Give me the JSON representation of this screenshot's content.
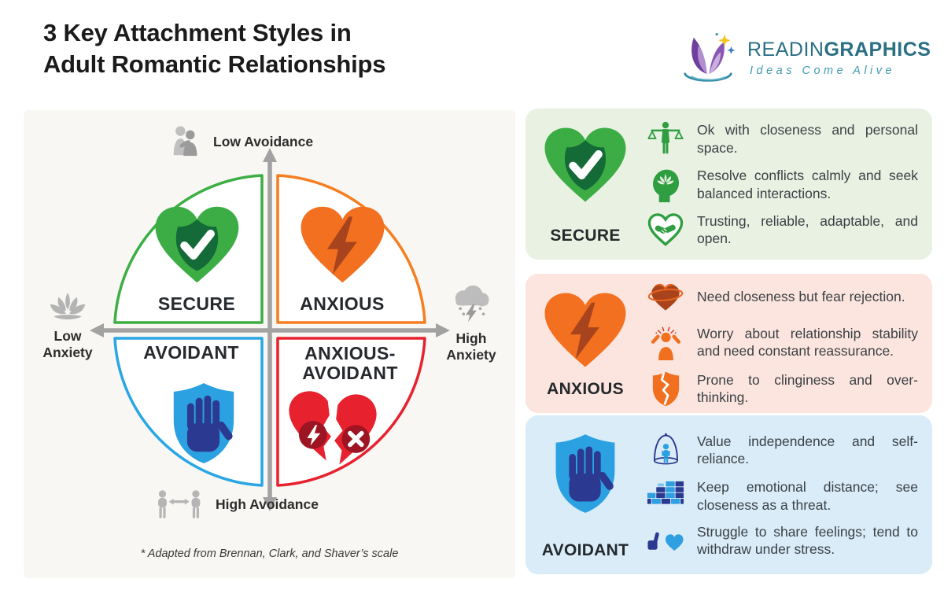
{
  "header": {
    "title_line1": "3 Key Attachment Styles in",
    "title_line2": "Adult Romantic Relationships"
  },
  "logo": {
    "brand_regular": "READIN",
    "brand_bold": "GRAPHICS",
    "tagline": "Ideas Come Alive"
  },
  "diagram": {
    "axis_top": "Low Avoidance",
    "axis_bottom": "High Avoidance",
    "axis_left_line1": "Low",
    "axis_left_line2": "Anxiety",
    "axis_right_line1": "High",
    "axis_right_line2": "Anxiety",
    "quadrant_secure": "SECURE",
    "quadrant_anxious": "ANXIOUS",
    "quadrant_avoidant": "AVOIDANT",
    "quadrant_anxious_avoidant_line1": "ANXIOUS-",
    "quadrant_anxious_avoidant_line2": "AVOIDANT",
    "footnote": "* Adapted from Brennan, Clark, and Shaver’s scale",
    "colors": {
      "secure": "#3dae44",
      "anxious": "#f57e20",
      "avoidant": "#2aa6e4",
      "anxious_avoidant": "#e8212e",
      "axis_gray": "#a2a2a2"
    }
  },
  "cards": [
    {
      "label": "SECURE",
      "bg": "#e8f1e2",
      "accent": "#3dae44",
      "bullets": [
        {
          "icon": "balance-scale-person-icon",
          "text": "Ok with closeness and personal space."
        },
        {
          "icon": "calm-mind-icon",
          "text": "Resolve conflicts calmly and seek balanced interactions."
        },
        {
          "icon": "handshake-heart-icon",
          "text": "Trusting, reliable, adaptable, and open."
        }
      ]
    },
    {
      "label": "ANXIOUS",
      "bg": "#fce5de",
      "accent": "#f0701f",
      "bullets": [
        {
          "icon": "clingy-heart-icon",
          "text": "Need closeness but fear rejection."
        },
        {
          "icon": "stressed-person-icon",
          "text": "Worry about relationship stability and need constant reassurance."
        },
        {
          "icon": "cracked-shield-icon",
          "text": "Prone to clinginess and over-thinking."
        }
      ]
    },
    {
      "label": "AVOIDANT",
      "bg": "#d9ecf8",
      "accent": "#2aa6e4",
      "bullets": [
        {
          "icon": "independent-person-dome-icon",
          "text": "Value independence and self-reliance."
        },
        {
          "icon": "brick-wall-icon",
          "text": "Keep emotional distance; see closeness as a threat."
        },
        {
          "icon": "withheld-feelings-hand-heart-icon",
          "text": "Struggle to share feelings; tend to withdraw under stress."
        }
      ]
    }
  ]
}
